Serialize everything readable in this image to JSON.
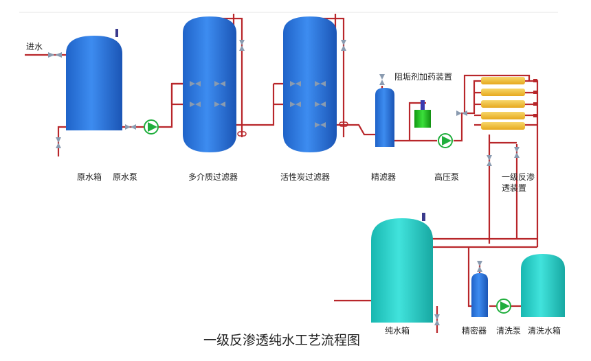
{
  "diagram": {
    "title": "一级反渗透纯水工艺流程图",
    "labels": {
      "inlet": "进水",
      "raw_tank": "原水箱",
      "raw_pump": "原水泵",
      "multimedia_filter": "多介质过滤器",
      "carbon_filter": "活性炭过滤器",
      "fine_filter": "精滤器",
      "antiscalant": "阻垢剂加药装置",
      "hp_pump": "高压泵",
      "ro_line1": "一级反渗",
      "ro_line2": "透装置",
      "pure_tank": "纯水箱",
      "precision_filter": "精密器",
      "wash_pump": "清洗泵",
      "wash_tank": "清洗水箱"
    },
    "colors": {
      "pipe": "#b8262a",
      "blue_vessel": "#2f7fe0",
      "teal_vessel": "#2fd0c8",
      "membrane": "#f2c23a",
      "dosing_tank": "#22c422",
      "pump": "#1fae3c",
      "valve": "#8a9bb0"
    }
  }
}
